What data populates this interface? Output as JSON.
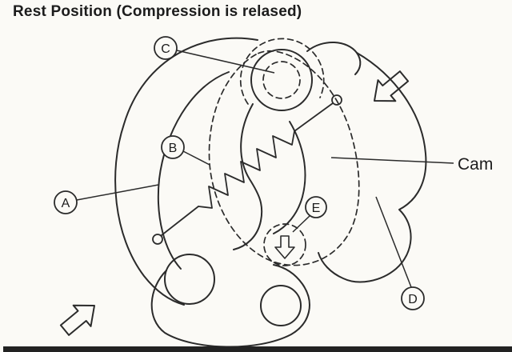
{
  "figure": {
    "title": "Rest Position (Compression is relased)",
    "cam_label": "Cam",
    "callouts": [
      {
        "letter": "A"
      },
      {
        "letter": "B"
      },
      {
        "letter": "C"
      },
      {
        "letter": "D"
      },
      {
        "letter": "E"
      }
    ],
    "colors": {
      "ink": "#2b2b2b",
      "paper": "#fbfaf6",
      "edge_band": "#222222"
    }
  }
}
